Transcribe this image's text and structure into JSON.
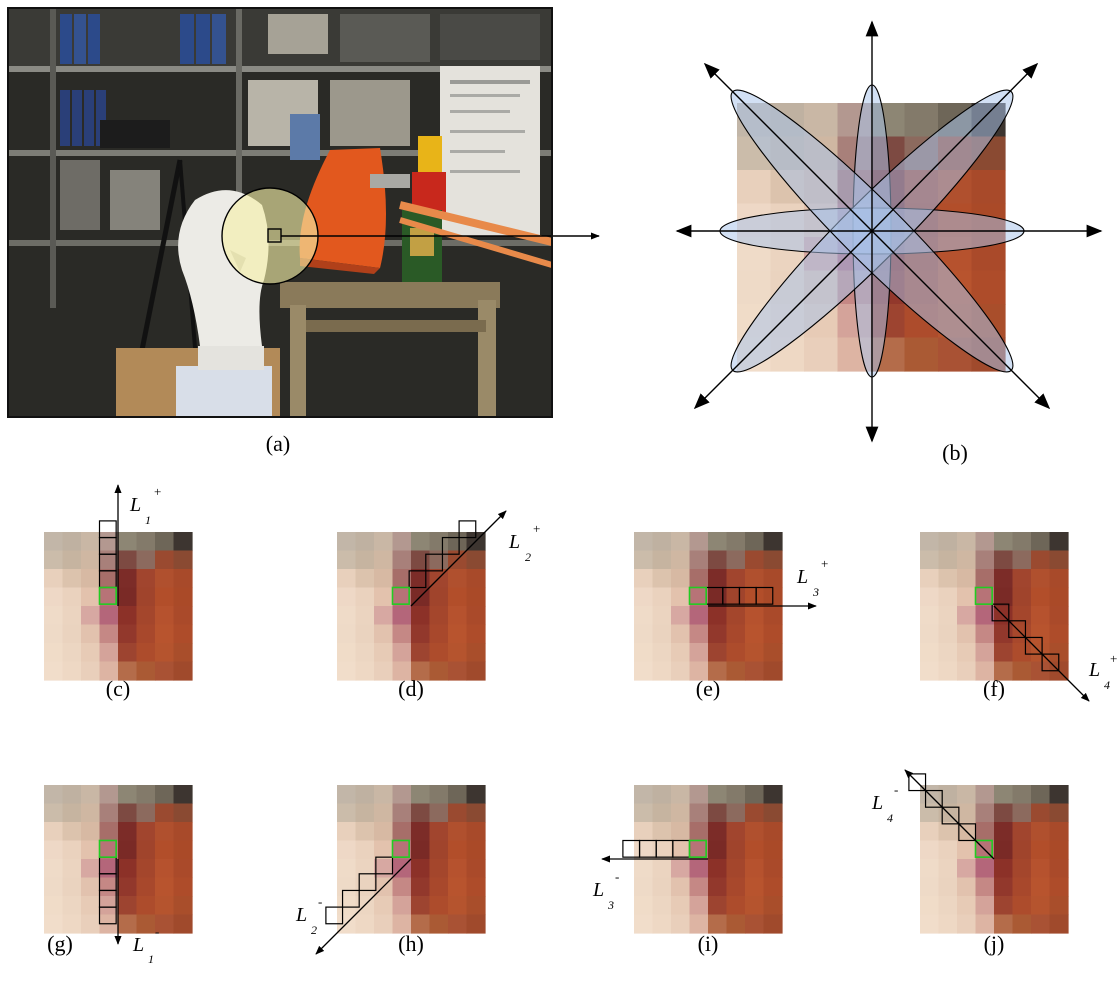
{
  "captions": {
    "a": "(a)",
    "b": "(b)",
    "c": "(c)",
    "d": "(d)",
    "e": "(e)",
    "f": "(f)",
    "g": "(g)",
    "h": "(h)",
    "i": "(i)",
    "j": "(j)"
  },
  "line_labels": {
    "base": "L",
    "plus": "+",
    "minus": "-",
    "index_1": "1",
    "index_2": "2",
    "index_3": "3",
    "index_4": "4"
  },
  "colors": {
    "arrow": "#000000",
    "center_pixel": "#22cc22",
    "ellipse_fill": "#a9c4ea",
    "highlight_circle": "#f6f1a8"
  },
  "patch_colors": [
    [
      "#c2b6a8",
      "#bfb1a1",
      "#c9b7a5",
      "#b39890",
      "#8d8674",
      "#837a6a",
      "#6e6658",
      "#3d3530"
    ],
    [
      "#cbbcaa",
      "#c6b4a0",
      "#cfb7a2",
      "#a8807a",
      "#7d4a42",
      "#8c6a5e",
      "#9a4a30",
      "#8a4a32"
    ],
    [
      "#e8d0bc",
      "#dcc3ad",
      "#d7b9a3",
      "#a76e69",
      "#7c2c28",
      "#a1452e",
      "#b0502e",
      "#a84a2a"
    ],
    [
      "#eed8c6",
      "#ead2be",
      "#e3c2ad",
      "#b77377",
      "#7a2a26",
      "#a0442c",
      "#b24e2a",
      "#aa4a28"
    ],
    [
      "#efdbc8",
      "#ebd4c0",
      "#d7a8a2",
      "#b4667a",
      "#8c3128",
      "#a4462c",
      "#b6522e",
      "#aa4a2a"
    ],
    [
      "#eedac7",
      "#ead3bf",
      "#e2c2ae",
      "#c58885",
      "#92382c",
      "#a8482c",
      "#b8542e",
      "#ae4c2a"
    ],
    [
      "#f0dcc8",
      "#ecd6c2",
      "#e7cbb6",
      "#d4a39a",
      "#9d4430",
      "#ad4c2c",
      "#b5542e",
      "#a94e2b"
    ],
    [
      "#f1ddca",
      "#eed8c4",
      "#e9cfbb",
      "#ddb4a3",
      "#b46c4a",
      "#aa5a34",
      "#a95234",
      "#a04a2c"
    ]
  ]
}
